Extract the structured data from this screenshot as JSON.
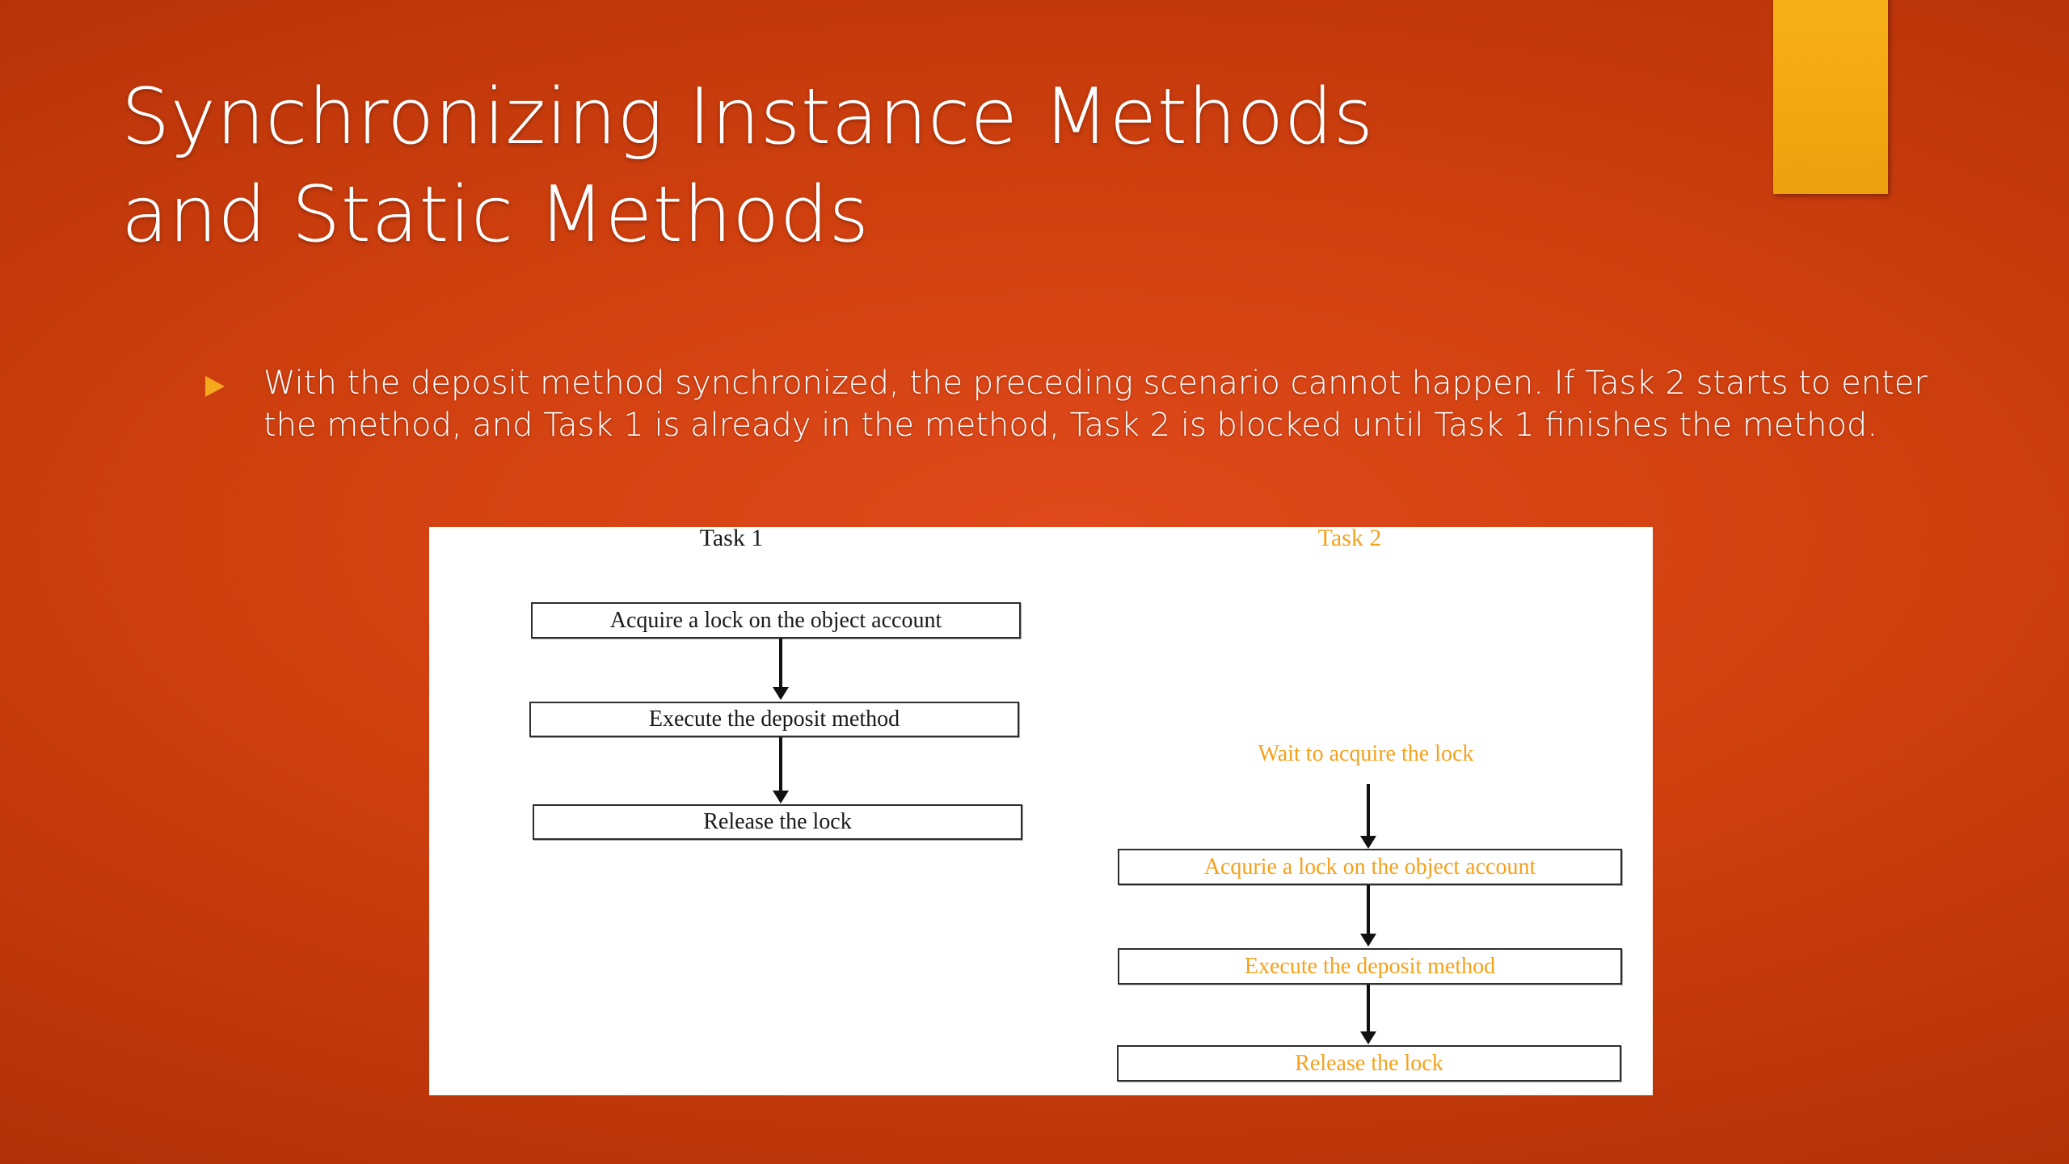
{
  "slide": {
    "title_lines": [
      "Synchronizing Instance Methods",
      "and Static Methods"
    ],
    "accent_rect_color": "#F2A712",
    "background_colors": {
      "center": "#d9451a",
      "edge": "#8d2405"
    }
  },
  "body": {
    "bullet_marker": "triangle-bullet",
    "bullet_color": "#F5A81C",
    "text": "With the deposit method synchronized, the preceding scenario cannot happen. If Task 2 starts to enter the method, and Task 1 is already in the method, Task 2 is blocked until Task 1 finishes the method."
  },
  "diagram": {
    "panel_background": "#FFFFFF",
    "task1": {
      "title": "Task 1",
      "color": "#1A1A1A",
      "steps": [
        "Acquire a lock on the object account",
        "Execute the deposit method",
        "Release the lock"
      ]
    },
    "task2": {
      "title": "Task 2",
      "color": "#F5A11C",
      "wait_label": "Wait to acquire the lock",
      "steps": [
        "Acqurie a lock on the object account",
        "Execute the deposit method",
        "Release the lock"
      ]
    }
  }
}
